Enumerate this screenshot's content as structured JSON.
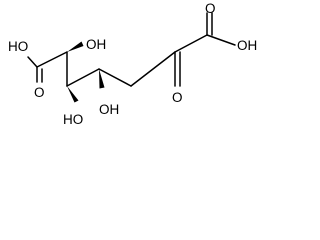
{
  "diagram_type": "skeletal-formula",
  "colors": {
    "bond": "#000000",
    "background": "#ffffff",
    "text": "#000000"
  },
  "labels": {
    "ho_carboxyl_left": "HO",
    "o_carboxyl_left": "O",
    "oh_c2": "OH",
    "ho_c3": "HO",
    "oh_c4": "OH",
    "o_ketone": "O",
    "o_carboxyl_right": "O",
    "oh_carboxyl_right": "OH"
  }
}
